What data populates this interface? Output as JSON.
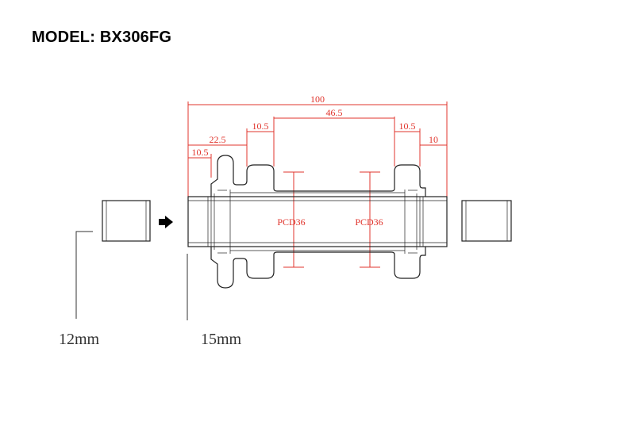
{
  "title": "MODEL:  BX306FG",
  "dimensions": {
    "overall": "100",
    "center": "46.5",
    "left_flange_offset": "10.5",
    "right_flange_offset": "10.5",
    "left_center": "22.5",
    "left_end": "10.5",
    "right_end": "10",
    "pcd_left": "PCD36",
    "pcd_right": "PCD36"
  },
  "adapters": {
    "left_size": "12mm",
    "right_size": "15mm"
  },
  "colors": {
    "dimension": "#e0342c",
    "outline": "#222222",
    "text": "#000000"
  },
  "icons": {
    "arrow": "arrow-right-icon"
  }
}
